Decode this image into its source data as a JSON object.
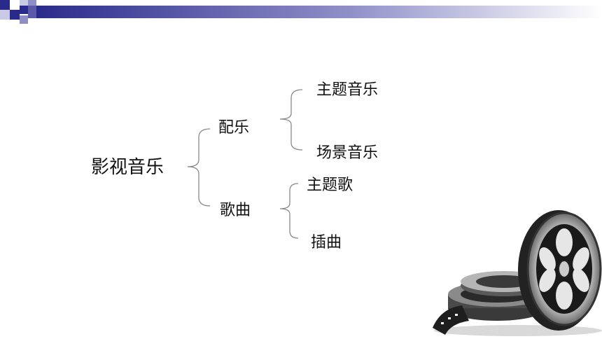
{
  "diagram": {
    "root": "影视音乐",
    "branches": [
      {
        "label": "配乐",
        "children": [
          "主题音乐",
          "场景音乐"
        ]
      },
      {
        "label": "歌曲",
        "children": [
          "主题歌",
          "插曲"
        ]
      }
    ]
  },
  "colors": {
    "accent_blue": "#2a2a8c",
    "text": "#111111",
    "connector": "#888888"
  }
}
